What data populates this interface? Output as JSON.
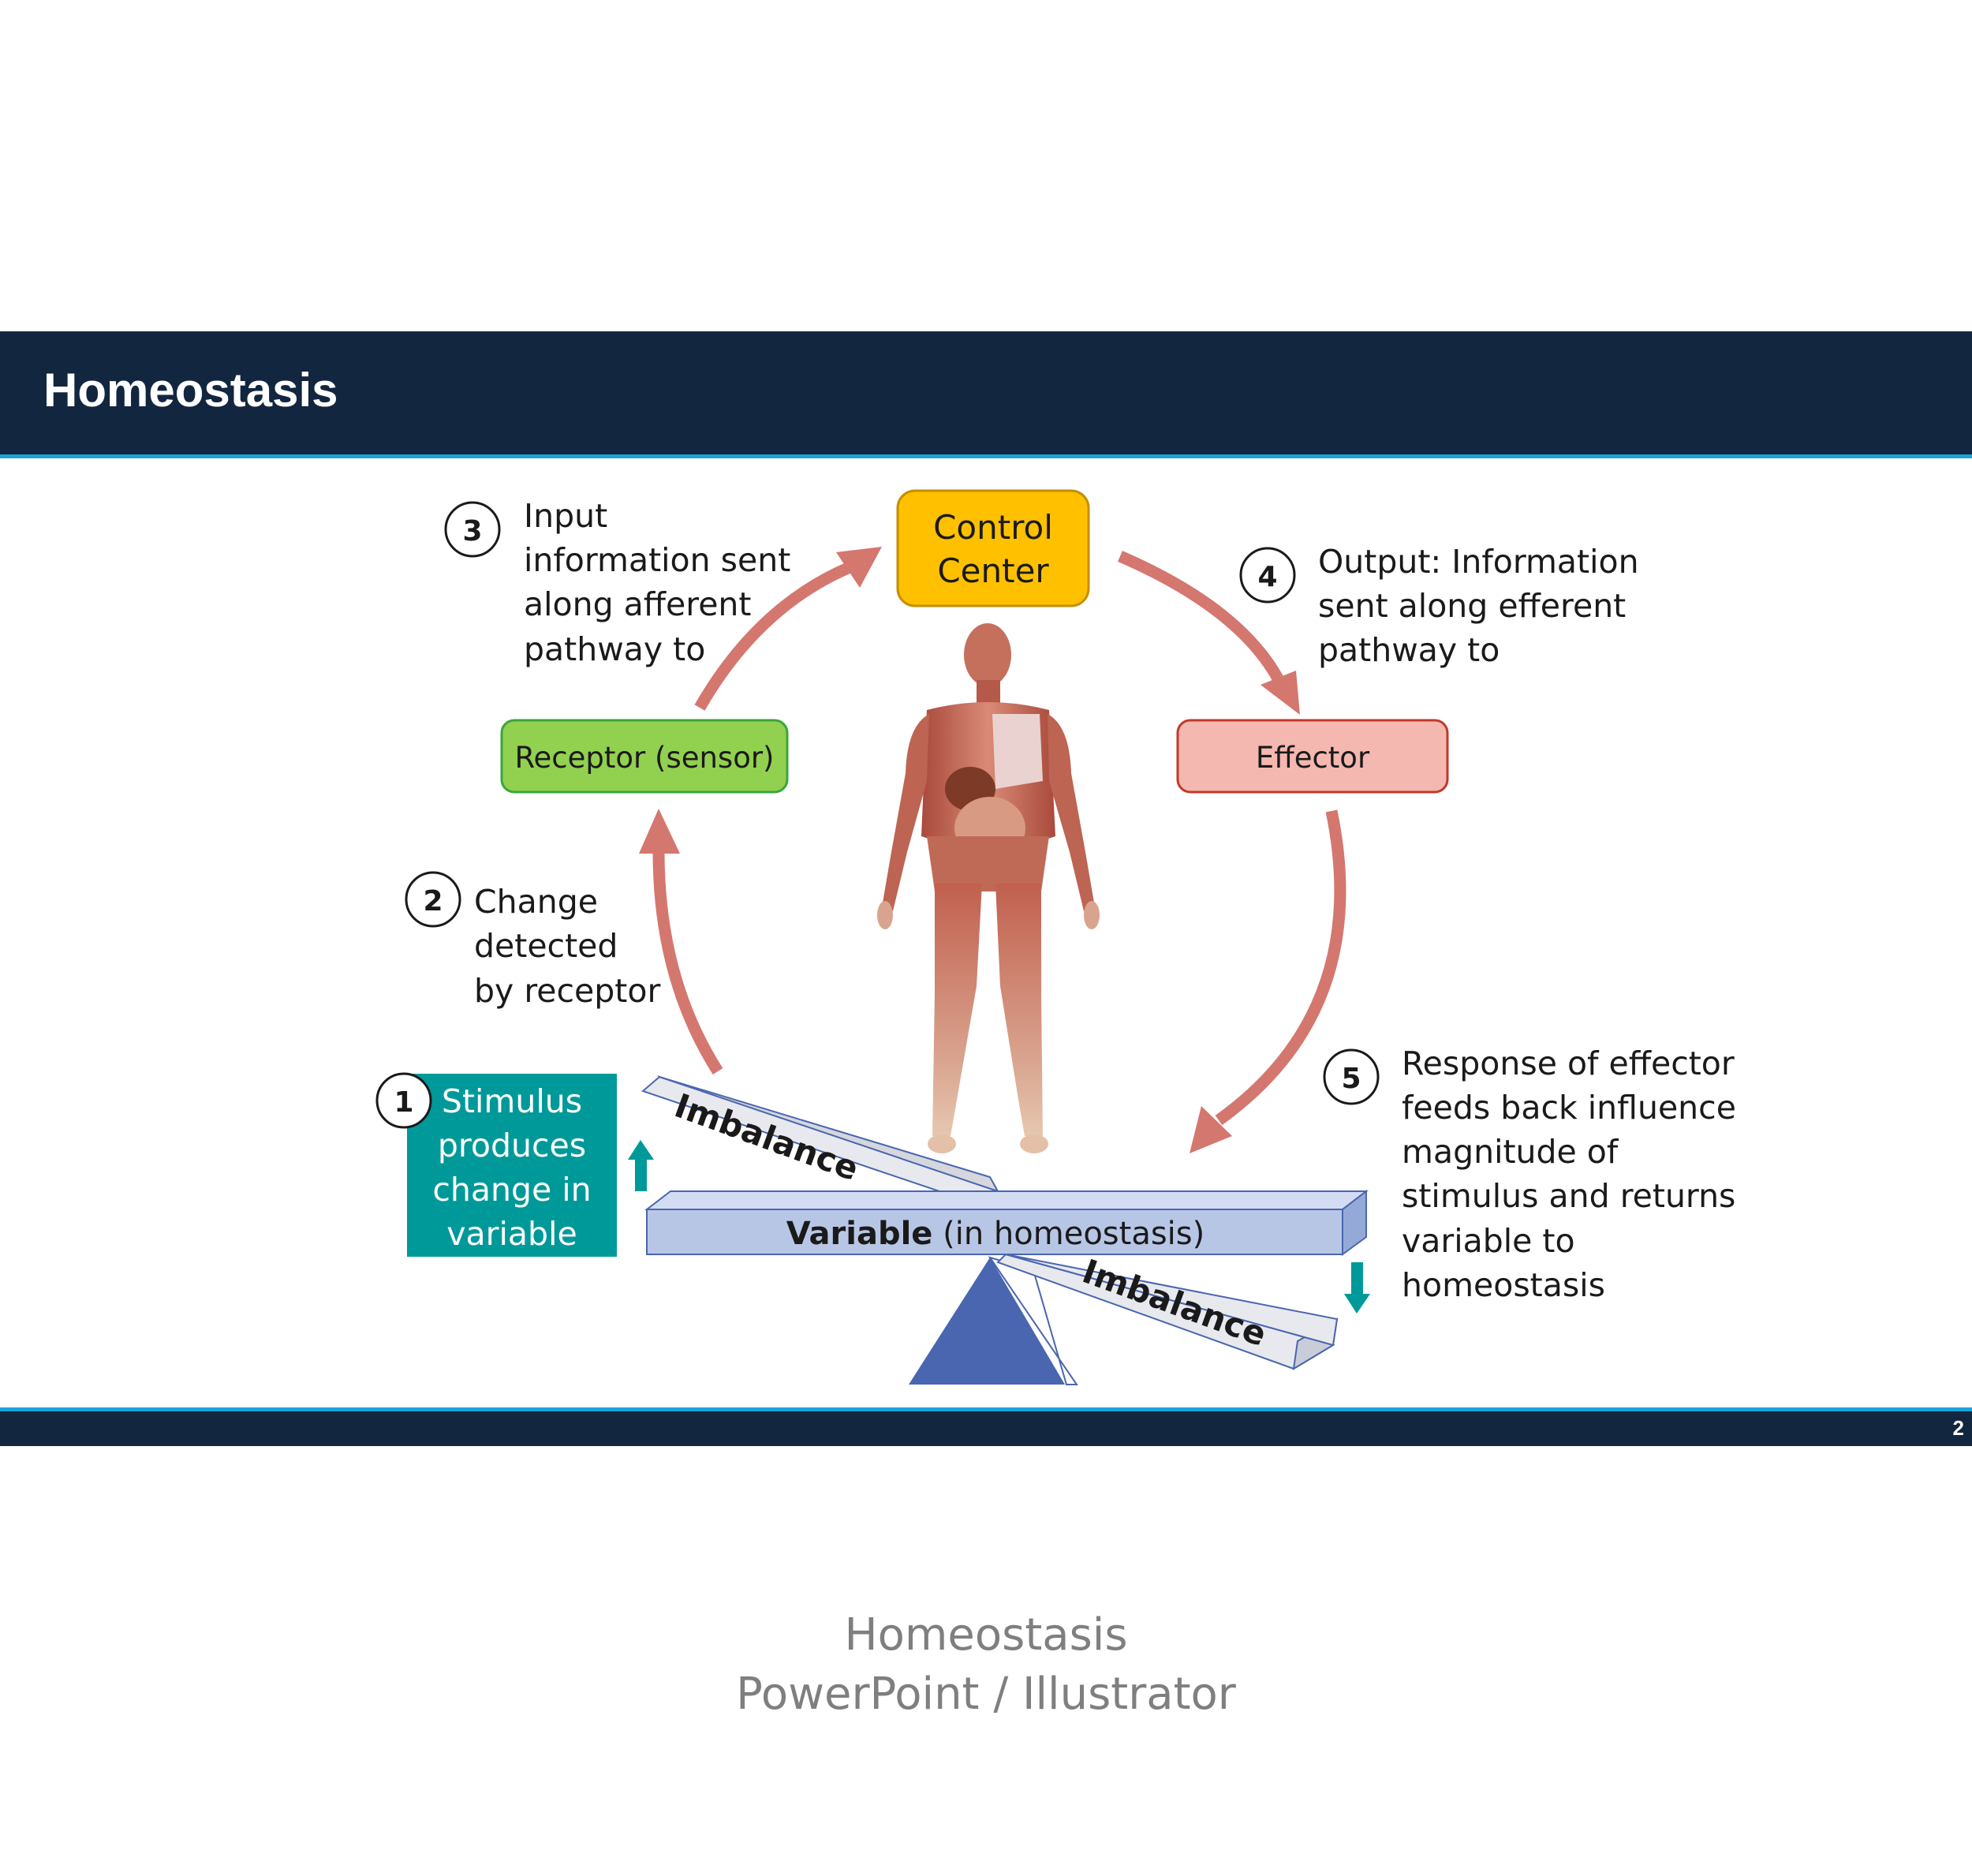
{
  "slide": {
    "title": "Homeostasis",
    "page_number": "2"
  },
  "caption": {
    "line1": "Homeostasis",
    "line2": "PowerPoint / Illustrator"
  },
  "diagram": {
    "control_center": [
      "Control",
      "Center"
    ],
    "receptor": "Receptor (sensor)",
    "effector": "Effector",
    "stimulus": [
      "Stimulus",
      "produces",
      "change in",
      "variable"
    ],
    "variable_bold": "Variable",
    "variable_rest": " (in homeostasis)",
    "imbalance_upper": "Imbalance",
    "imbalance_lower": "Imbalance",
    "steps": [
      {
        "number": "1"
      },
      {
        "number": "2",
        "lines": [
          "Change",
          "detected",
          "by receptor"
        ]
      },
      {
        "number": "3",
        "lines": [
          "Input",
          "information sent",
          "along afferent",
          "pathway to"
        ]
      },
      {
        "number": "4",
        "lines": [
          "Output: Information",
          "sent along efferent",
          "pathway to"
        ]
      },
      {
        "number": "5",
        "lines": [
          "Response of effector",
          "feeds back influence",
          "magnitude of",
          "stimulus and returns",
          "variable to",
          "homeostasis"
        ]
      }
    ],
    "colors": {
      "control_center_fill": "#ffc000",
      "receptor_fill": "#92d050",
      "effector_fill": "#f4b8b0",
      "stimulus_fill": "#009999",
      "arrow": "#d4776f",
      "fulcrum": "#4a66b0",
      "variable_beam": "#b8c6e6"
    }
  }
}
